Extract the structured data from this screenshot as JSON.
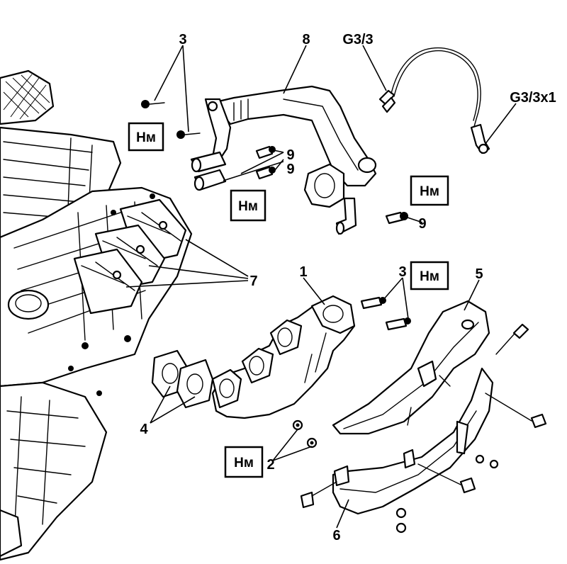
{
  "callouts": {
    "c1": "1",
    "c2": "2",
    "c3_top": "3",
    "c3_mid": "3",
    "c4": "4",
    "c5": "5",
    "c6": "6",
    "c7": "7",
    "c8": "8",
    "c9_a": "9",
    "c9_b": "9",
    "c9_c": "9",
    "g33": "G3/3",
    "g33x1": "G3/3x1"
  },
  "torque_label": "Нм"
}
